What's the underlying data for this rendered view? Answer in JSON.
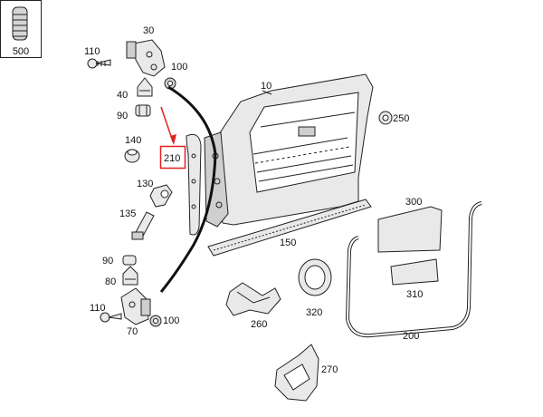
{
  "legend_box": {
    "label": "500"
  },
  "callouts": {
    "c10": "10",
    "c30": "30",
    "c40": "40",
    "c70": "70",
    "c80": "80",
    "c90_top": "90",
    "c90_bottom": "90",
    "c100_top": "100",
    "c100_bottom": "100",
    "c110_top": "110",
    "c110_bottom": "110",
    "c130": "130",
    "c135": "135",
    "c140": "140",
    "c150": "150",
    "c200": "200",
    "c210": "210",
    "c250": "250",
    "c260": "260",
    "c270": "270",
    "c300": "300",
    "c310": "310",
    "c320": "320"
  },
  "colors": {
    "highlight": "#e02020",
    "ink": "#222222",
    "part_fill": "#e9e9e9"
  }
}
